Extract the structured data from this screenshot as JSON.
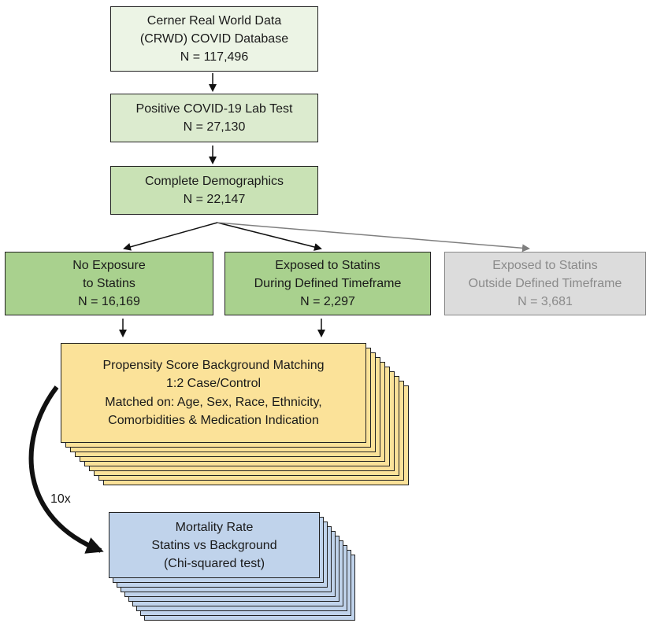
{
  "boxes": {
    "database": {
      "lines": [
        "Cerner Real World Data",
        "(CRWD) COVID Database",
        "N = 117,496"
      ]
    },
    "positive_test": {
      "lines": [
        "Positive COVID-19 Lab Test",
        "N = 27,130"
      ]
    },
    "demographics": {
      "lines": [
        "Complete Demographics",
        "N = 22,147"
      ]
    },
    "no_exposure": {
      "lines": [
        "No Exposure",
        "to Statins",
        "N = 16,169"
      ]
    },
    "exposed_during": {
      "lines": [
        "Exposed to Statins",
        "During Defined Timeframe",
        "N = 2,297"
      ]
    },
    "exposed_outside": {
      "lines": [
        "Exposed to Statins",
        "Outside Defined Timeframe",
        "N = 3,681"
      ]
    },
    "matching": {
      "lines": [
        "Propensity Score Background Matching",
        "1:2 Case/Control",
        "Matched on: Age, Sex, Race, Ethnicity,",
        "Comorbidities & Medication Indication"
      ]
    },
    "mortality": {
      "lines": [
        "Mortality Rate",
        "Statins vs Background",
        "(Chi-squared test)"
      ]
    }
  },
  "loop_label": "10x",
  "colors": {
    "arrow": "#111111",
    "arrow_muted": "#7f7f7f",
    "matching_fill": "#fbe299",
    "mortality_fill": "#c0d3eb"
  }
}
